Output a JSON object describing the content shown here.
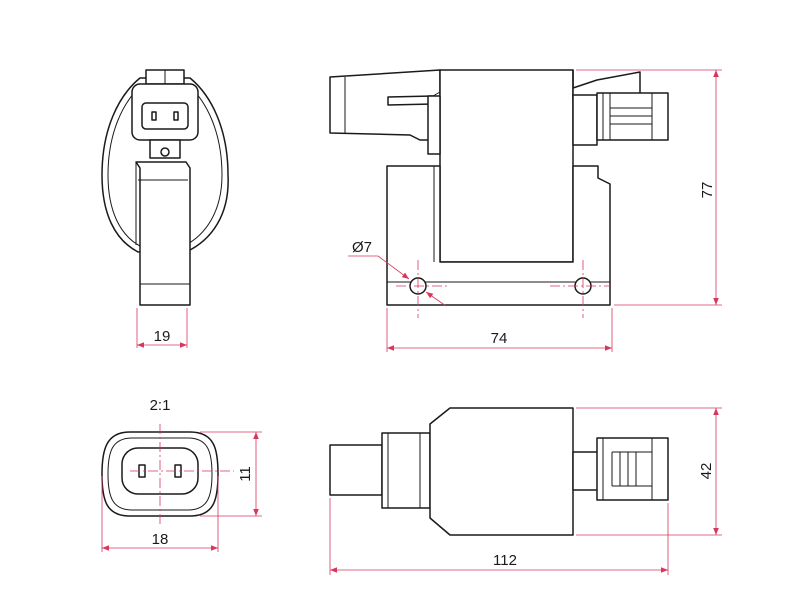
{
  "dimensions": {
    "front_width": "19",
    "side_width": "74",
    "side_height": "77",
    "hole_diameter": "Ø7",
    "plug_scale": "2:1",
    "plug_width": "18",
    "plug_height": "11",
    "top_length": "112",
    "top_width": "42"
  },
  "colors": {
    "outline": "#1a1a1a",
    "dimension": "#d9365c",
    "background": "#ffffff"
  }
}
